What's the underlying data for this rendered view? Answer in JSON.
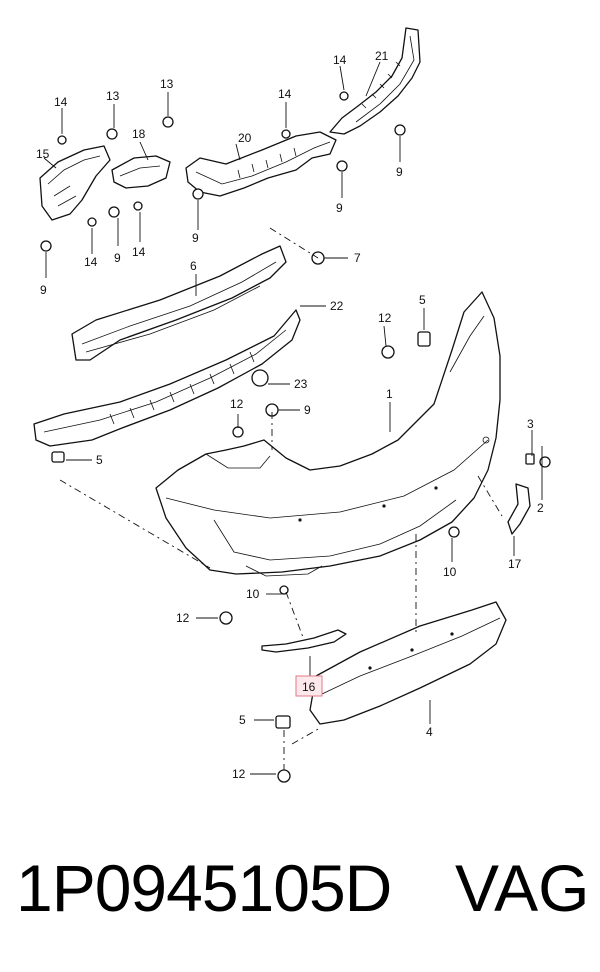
{
  "callouts": {
    "c1": "1",
    "c2": "2",
    "c3": "3",
    "c4": "4",
    "c5a": "5",
    "c5b": "5",
    "c5c": "5",
    "c6": "6",
    "c7": "7",
    "c9a": "9",
    "c9b": "9",
    "c9c": "9",
    "c9d": "9",
    "c9e": "9",
    "c9f": "9",
    "c10a": "10",
    "c10b": "10",
    "c12a": "12",
    "c12b": "12",
    "c12c": "12",
    "c12d": "12",
    "c13a": "13",
    "c13b": "13",
    "c14a": "14",
    "c14b": "14",
    "c14c": "14",
    "c14d": "14",
    "c14e": "14",
    "c15": "15",
    "c16": "16",
    "c17": "17",
    "c18": "18",
    "c20": "20",
    "c21": "21",
    "c22": "22",
    "c23": "23"
  },
  "highlight_color": "#e07a8a",
  "footer": {
    "part_number": "1P0945105D",
    "brand": "VAG"
  }
}
